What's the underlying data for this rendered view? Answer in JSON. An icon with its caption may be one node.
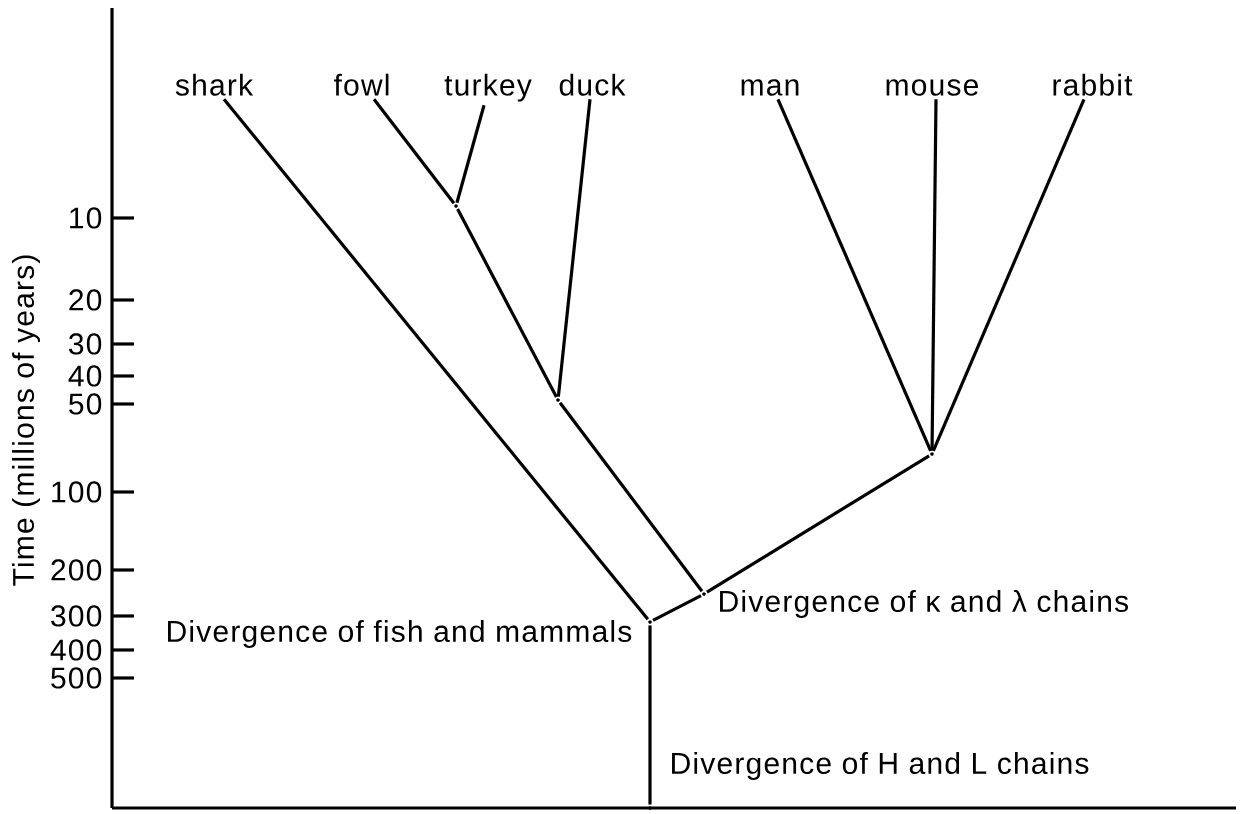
{
  "diagram": {
    "nodes": [
      {
        "text": [
          "shark"
        ]
      },
      {
        "text": [
          "fowl"
        ]
      },
      {
        "text": [
          "turkey"
        ]
      },
      {
        "text": [
          "duck"
        ]
      },
      {
        "text": [
          "man"
        ]
      },
      {
        "text": [
          "mouse"
        ]
      },
      {
        "text": [
          "rabbit"
        ]
      },
      {
        "text": [],
        "shape": "dot"
      },
      {
        "text": [],
        "shape": "dot"
      },
      {
        "text": [],
        "shape": "dot"
      },
      {
        "text": [],
        "shape": "dot",
        "beside": [
          "Divergence of κ and λ chains"
        ]
      },
      {
        "text": [],
        "shape": "dot",
        "beside": [
          "Divergence of fish and mammals"
        ]
      },
      {
        "text": [],
        "shape": "dot",
        "beside": [
          "Divergence of H and L chains"
        ]
      }
    ],
    "edges": [
      {
        "from": 7,
        "to": 1,
        "arrow": "none"
      },
      {
        "from": 7,
        "to": 2,
        "arrow": "none"
      },
      {
        "from": 8,
        "to": 7,
        "arrow": "none"
      },
      {
        "from": 8,
        "to": 3,
        "arrow": "none"
      },
      {
        "from": 9,
        "to": 4,
        "arrow": "none"
      },
      {
        "from": 9,
        "to": 5,
        "arrow": "none"
      },
      {
        "from": 9,
        "to": 6,
        "arrow": "none"
      },
      {
        "from": 10,
        "to": 8,
        "arrow": "none"
      },
      {
        "from": 10,
        "to": 9,
        "arrow": "none"
      },
      {
        "from": 11,
        "to": 0,
        "arrow": "none"
      },
      {
        "from": 11,
        "to": 10,
        "arrow": "none"
      },
      {
        "from": 12,
        "to": 11,
        "arrow": "none"
      }
    ],
    "labels": [
      "10",
      "20",
      "30",
      "40",
      "50",
      "100",
      "200",
      "300",
      "400",
      "500",
      "Time (millions of years)"
    ]
  }
}
